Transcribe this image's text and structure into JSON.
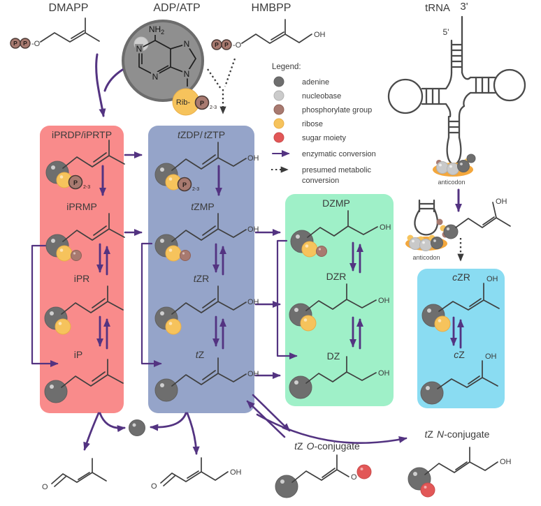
{
  "precursors": {
    "dmapp": "DMAPP",
    "adp_atp": "ADP/ATP",
    "hmbpp": "HMBPP"
  },
  "trna": {
    "label": "tRNA",
    "three_prime": "3'",
    "five_prime": "5'",
    "anticodon_label": "anticodon"
  },
  "adenine_graphic": {
    "nh": "NH",
    "nh_sub": "2",
    "n": "N",
    "rib": "Rib-"
  },
  "chem": {
    "oh": "OH",
    "o": "O",
    "o_link": "-O",
    "p": "P",
    "p_sub": "2-3"
  },
  "legend": {
    "title": "Legend:",
    "items": [
      {
        "label": "adenine",
        "swatch": "#6e6e6e",
        "text_color": "#4f4f4f",
        "kind": "ball"
      },
      {
        "label": "nucleobase",
        "swatch": "#cbcbcb",
        "text_color": "#ababab",
        "kind": "ball"
      },
      {
        "label": "phosphorylate group",
        "swatch": "#a87a70",
        "text_color": "#a06a60",
        "kind": "ball"
      },
      {
        "label": "ribose",
        "swatch": "#f6c35c",
        "text_color": "#e9a43c",
        "kind": "ball"
      },
      {
        "label": "sugar moiety",
        "swatch": "#e25757",
        "text_color": "#c75b6e",
        "kind": "ball"
      },
      {
        "label": "enzymatic conversion",
        "text_color": "#5a3b8e",
        "kind": "solid-arrow"
      },
      {
        "label": "presumed metabolic",
        "label2": "conversion",
        "text_color": "#3f3f3f",
        "kind": "dashed-arrow"
      }
    ]
  },
  "columns": {
    "ip": {
      "bg": "#f98b8b",
      "title": "iPRDP/iPRTP",
      "nodes": [
        "iPRMP",
        "iPR",
        "iP"
      ]
    },
    "tz": {
      "bg": "#95a4c9",
      "title_parts": [
        "t",
        "ZDP/",
        "t",
        "ZTP"
      ],
      "node1_parts": [
        "t",
        "ZMP"
      ],
      "node2_parts": [
        "t",
        "ZR"
      ],
      "node3_parts": [
        "t",
        "Z"
      ]
    },
    "dz": {
      "bg": "#9ff0c8",
      "nodes": [
        "DZMP",
        "DZR",
        "DZ"
      ]
    },
    "cz": {
      "bg": "#8adcf2",
      "node1_parts": [
        "c",
        "ZR"
      ],
      "node2_parts": [
        "c",
        "Z"
      ]
    }
  },
  "conjugates": {
    "o_conjugate_parts": [
      "t",
      "Z",
      "O",
      "-conjugate"
    ],
    "n_conjugate_parts": [
      "t",
      "Z",
      "N",
      "-conjugate"
    ]
  },
  "colors": {
    "enzymatic_arrow": "#533381",
    "presumed_arrow": "#3a3a3a",
    "adenine": "#6e6e6e",
    "nucleobase": "#cbcbcb",
    "phosphorylate": "#a87a70",
    "ribose": "#f6c35c",
    "sugar_moiety": "#e25757",
    "ip_box": "#f98b8b",
    "tz_box": "#95a4c9",
    "dz_box": "#9ff0c8",
    "cz_box": "#8adcf2"
  }
}
